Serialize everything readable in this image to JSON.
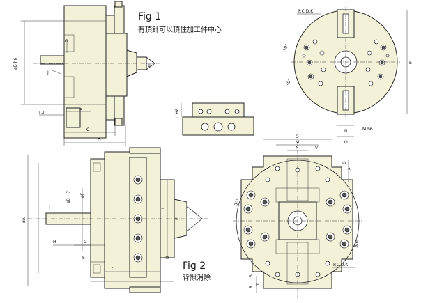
{
  "fig1": {
    "title": "Fig 1",
    "caption": "有頂針可以頂住加工件中心"
  },
  "fig2": {
    "title": "Fig 2",
    "caption": "背隙消除"
  },
  "dims_fig1": {
    "phiB": "øB h6",
    "G": "G",
    "J": "J",
    "phiH": "øH",
    "P": "P",
    "LL": "L-L",
    "C": "C",
    "D": "D",
    "UH8": "U H8"
  },
  "dims_fig1_top": {
    "pcd": "P.C.D.K",
    "angle1": "30°",
    "angle2": "30°",
    "E": "E",
    "N": "N",
    "MH6": "M h6",
    "O": "O"
  },
  "dims_fig2": {
    "phiA": "øA",
    "phiBH7": "øB H7",
    "phiF": "øF",
    "J": "J",
    "H": "H",
    "G": "G",
    "S": "S",
    "C": "C",
    "D": "D",
    "E": "E",
    "L": "L"
  },
  "dims_fig2_top": {
    "O": "O",
    "M": "M",
    "N": "N",
    "V": "V",
    "P": "P",
    "Q": "Q",
    "angle1": "30°",
    "angle2": "30°",
    "pcd": "P.C.D.K",
    "T": "T",
    "R": "R",
    "S": "S"
  }
}
